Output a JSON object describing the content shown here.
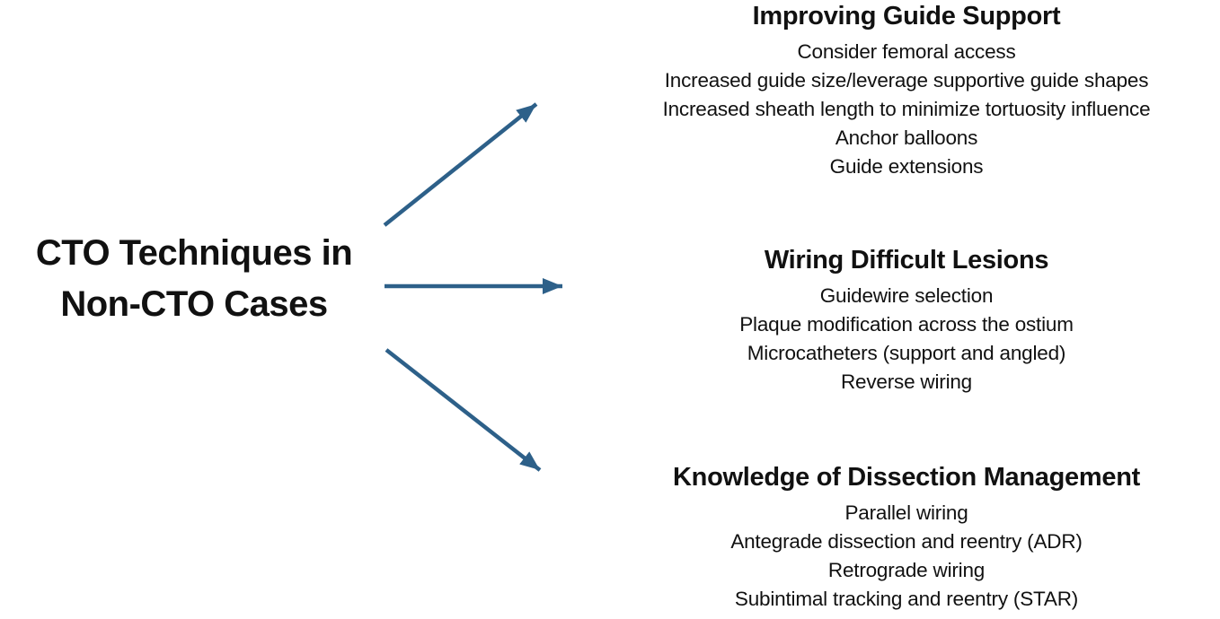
{
  "title": {
    "line1": "CTO Techniques in",
    "line2": "Non-CTO Cases"
  },
  "sections": [
    {
      "heading": "Improving Guide Support",
      "items": [
        "Consider femoral access",
        "Increased guide size/leverage supportive guide shapes",
        "Increased sheath length to minimize tortuosity influence",
        "Anchor balloons",
        "Guide extensions"
      ]
    },
    {
      "heading": "Wiring Difficult Lesions",
      "items": [
        "Guidewire selection",
        "Plaque modification across the ostium",
        "Microcatheters (support and angled)",
        "Reverse wiring"
      ]
    },
    {
      "heading": "Knowledge of Dissection Management",
      "items": [
        "Parallel wiring",
        "Antegrade dissection and reentry (ADR)",
        "Retrograde wiring",
        "Subintimal tracking and reentry (STAR)"
      ]
    }
  ],
  "colors": {
    "arrow": "#2D6089",
    "text": "#111111",
    "background": "#FFFFFF"
  }
}
